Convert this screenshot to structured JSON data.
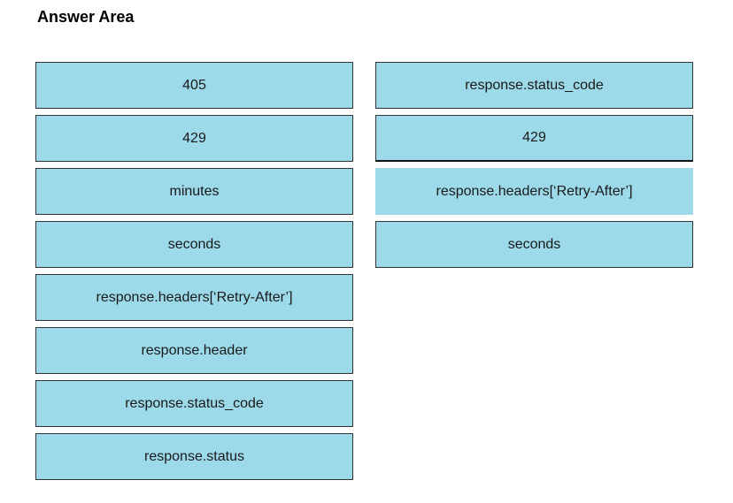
{
  "header": {
    "title": "Answer Area"
  },
  "source_options": [
    {
      "label": "405"
    },
    {
      "label": "429"
    },
    {
      "label": "minutes"
    },
    {
      "label": "seconds"
    },
    {
      "label": "response.headers[‘Retry-After’]"
    },
    {
      "label": "response.header"
    },
    {
      "label": "response.status_code"
    },
    {
      "label": "response.status"
    }
  ],
  "answer_slots": [
    {
      "label": "response.status_code"
    },
    {
      "label": "429"
    },
    {
      "label": "response.headers[‘Retry-After’]"
    },
    {
      "label": "seconds"
    }
  ],
  "colors": {
    "tile_fill": "#9cd9e9",
    "tile_border": "#333333"
  }
}
